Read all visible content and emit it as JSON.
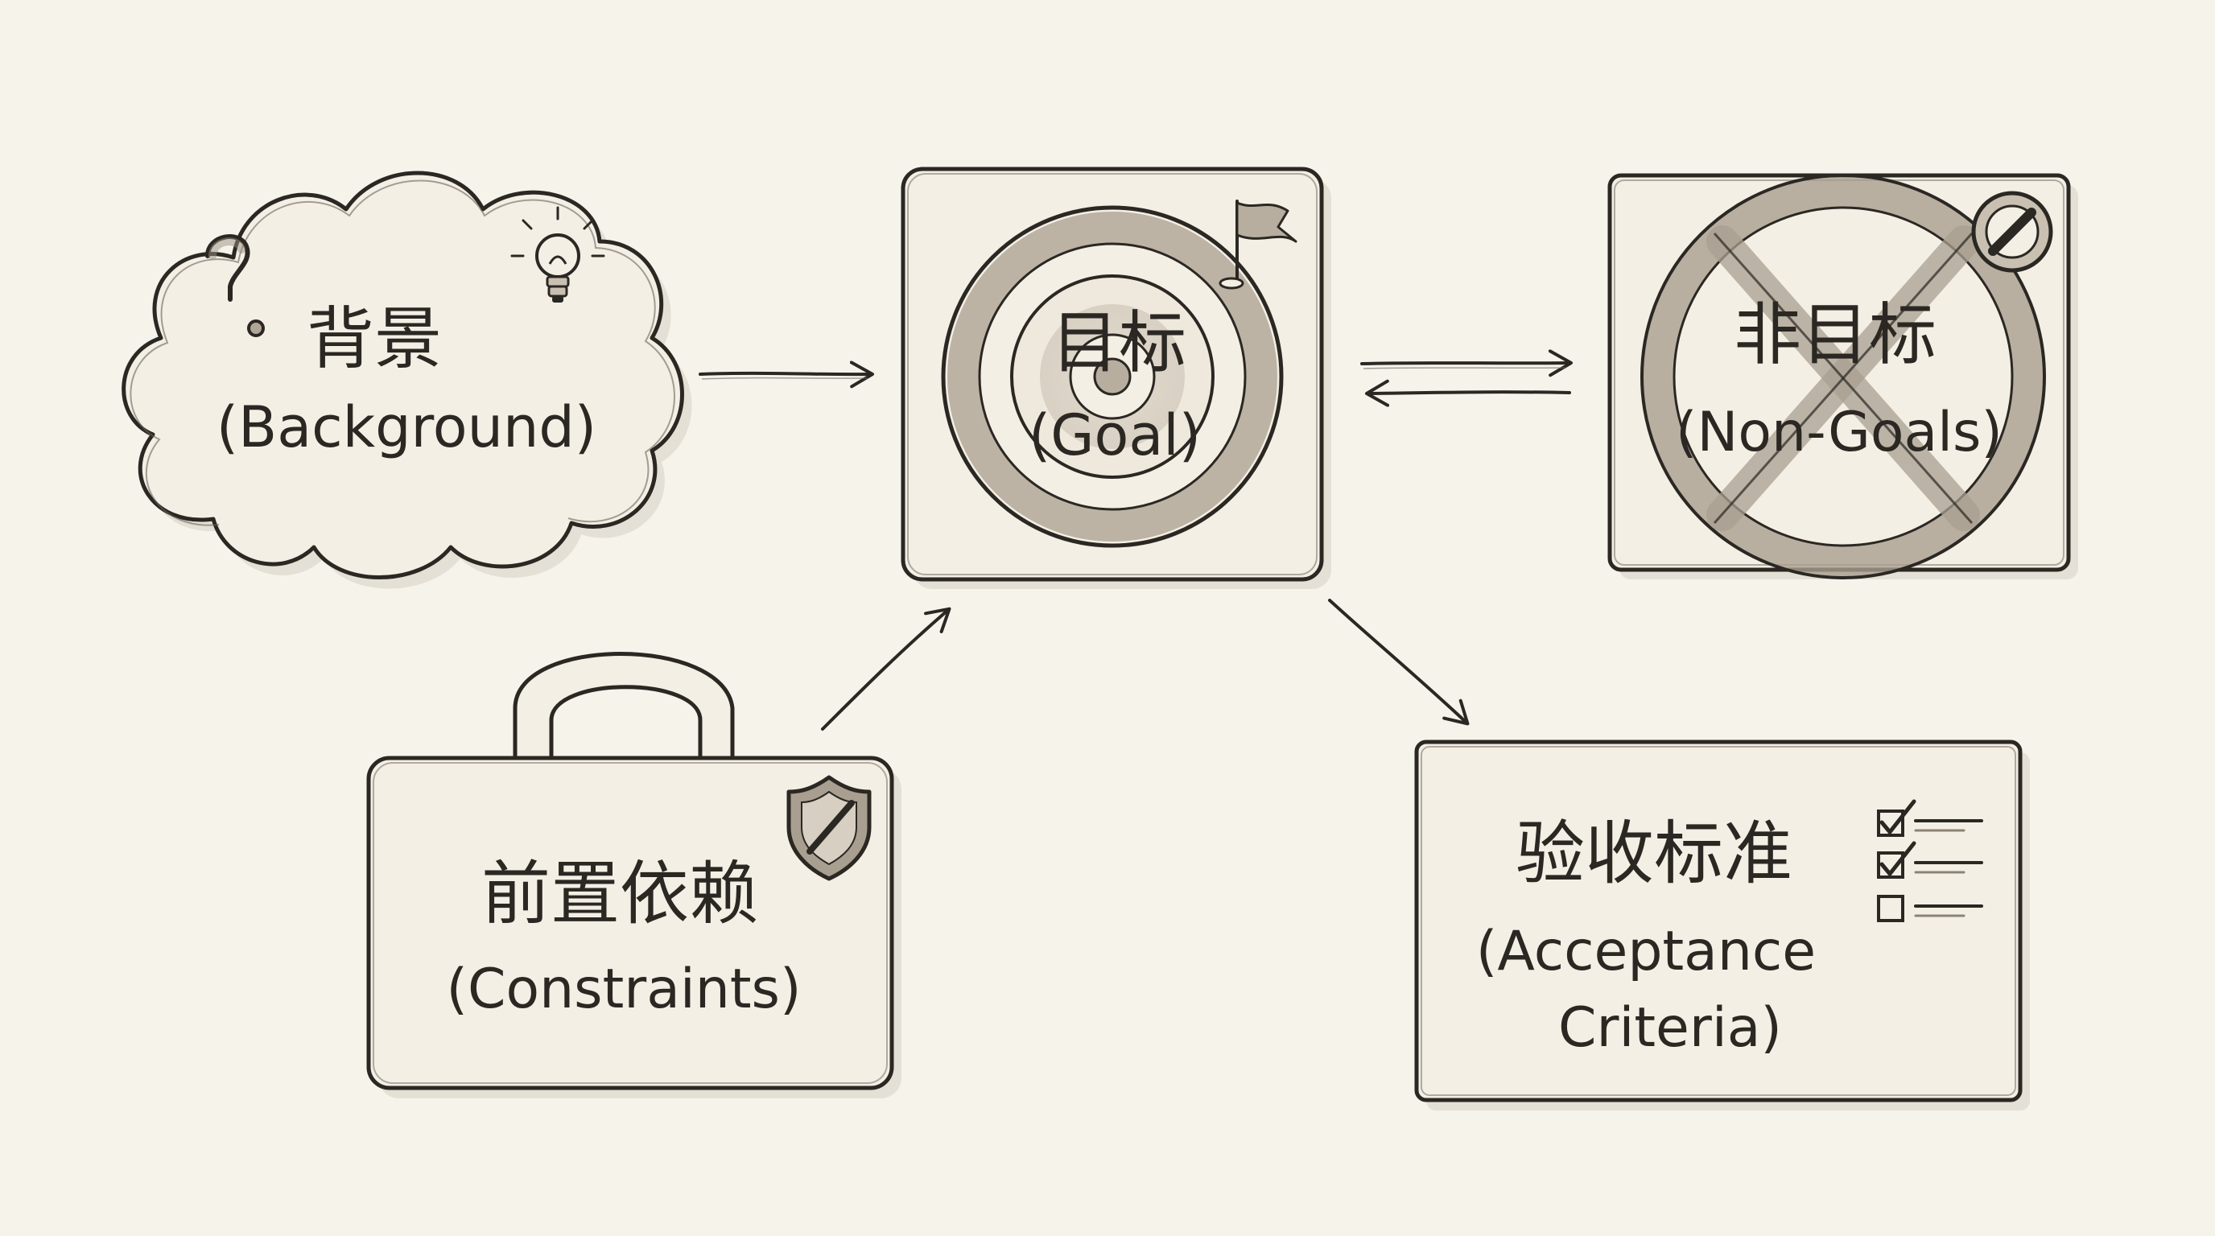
{
  "nodes": {
    "background": {
      "title_zh": "背景",
      "title_en": "(Background)",
      "icons": [
        "question-mark-icon",
        "lightbulb-icon"
      ]
    },
    "goal": {
      "title_zh": "目标",
      "title_en": "(Goal)",
      "icons": [
        "target-icon",
        "flag-icon"
      ]
    },
    "non_goals": {
      "title_zh": "非目标",
      "title_en": "(Non-Goals)",
      "icons": [
        "cross-icon",
        "prohibited-icon"
      ]
    },
    "constraints": {
      "title_zh": "前置依赖",
      "title_en": "(Constraints)",
      "icons": [
        "shield-icon"
      ]
    },
    "acceptance": {
      "title_zh": "验收标准",
      "title_en_line1": "(Acceptance",
      "title_en_line2": "Criteria)",
      "icons": [
        "checklist-icon"
      ]
    }
  },
  "edges": [
    {
      "from": "background",
      "to": "goal",
      "direction": "forward"
    },
    {
      "from": "goal",
      "to": "non_goals",
      "direction": "bidirectional"
    },
    {
      "from": "constraints",
      "to": "goal",
      "direction": "forward"
    },
    {
      "from": "goal",
      "to": "acceptance",
      "direction": "forward"
    }
  ],
  "colors": {
    "paper": "#f6f3ea",
    "card": "#f4efe4",
    "ink": "#2b2723",
    "shade": "#8c8377"
  }
}
